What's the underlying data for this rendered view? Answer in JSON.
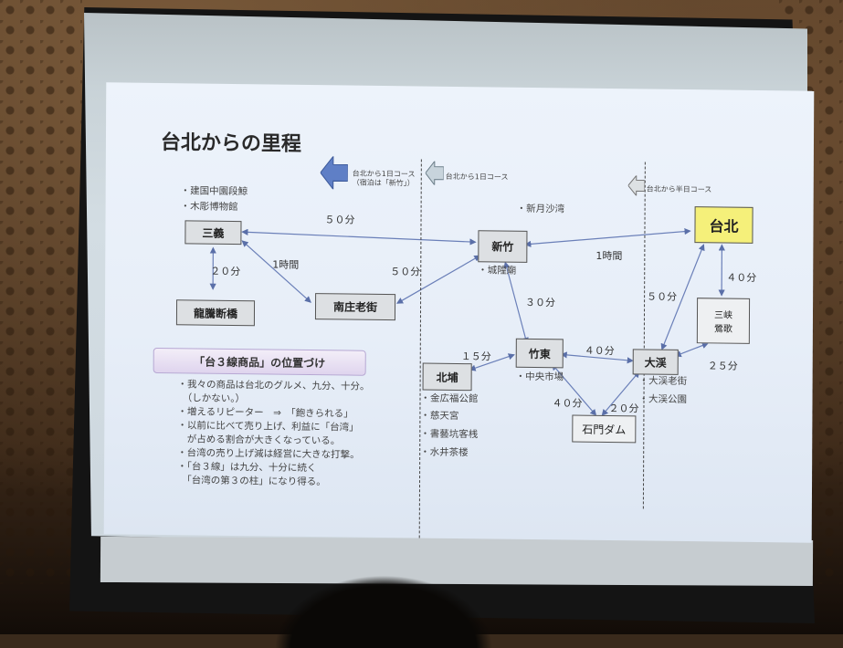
{
  "slide": {
    "title": "台北からの里程",
    "left_notes": [
      "・建国中園段鯨",
      "・木彫博物館"
    ],
    "route_notes": {
      "left": "台北から1日コース（宿泊は「新竹」）",
      "middle": "台北から1日コース",
      "right": "台北から半日コース"
    },
    "places": {
      "sanyi": "三義",
      "longteng": "龍騰断橋",
      "nanzhuang": "南庄老街",
      "xinzhu": "新竹",
      "zhudong": "竹東",
      "beipu": "北埔",
      "shimen": "石門ダム",
      "daxi": "大渓",
      "taipei": "台北",
      "sanxia": "三峡\n鶯歌"
    },
    "place_notes": {
      "xinyue": "・新月沙湾",
      "chenghuang": "・城隍廟",
      "market": "・中央市場",
      "daxi_old": "・大渓老街",
      "daxi_park": "・大渓公園",
      "beipu_list": [
        "・金広福公館",
        "・慈天宮",
        "・書藝坑客桟",
        "・水井茶楼"
      ]
    },
    "durations": {
      "sanyi_xinzhu": "５０分",
      "sanyi_longteng": "２０分",
      "sanyi_nanzhuang": "1時間",
      "nanzhuang_xinzhu": "５０分",
      "xinzhu_taipei": "1時間",
      "xinzhu_zhudong": "３０分",
      "beipu_zhudong": "１５分",
      "zhudong_daxi": "４０分",
      "zhudong_shimen": "４０分",
      "shimen_daxi": "２０分",
      "taipei_daxi": "５０分",
      "taipei_sanxia": "４０分",
      "sanxia_daxi": "２５分"
    },
    "callout": "「台３線商品」の位置づけ",
    "bullets": [
      "・我々の商品は台北のグルメ、九分、十分。",
      "　（しかない。）",
      "・増えるリピーター　⇒　「飽きられる」",
      "・以前に比べて売り上げ、利益に「台湾」",
      "　が占める割合が大きくなっている。",
      "・台湾の売り上げ減は経営に大きな打撃。",
      "・「台３線」は九分、十分に続く",
      "　「台湾の第３の柱」になり得る。"
    ],
    "colors": {
      "taipei_box": "#f5f07a",
      "arrow_blue": "#5f7fc6",
      "callout_purple": "#dfd4ee"
    }
  }
}
